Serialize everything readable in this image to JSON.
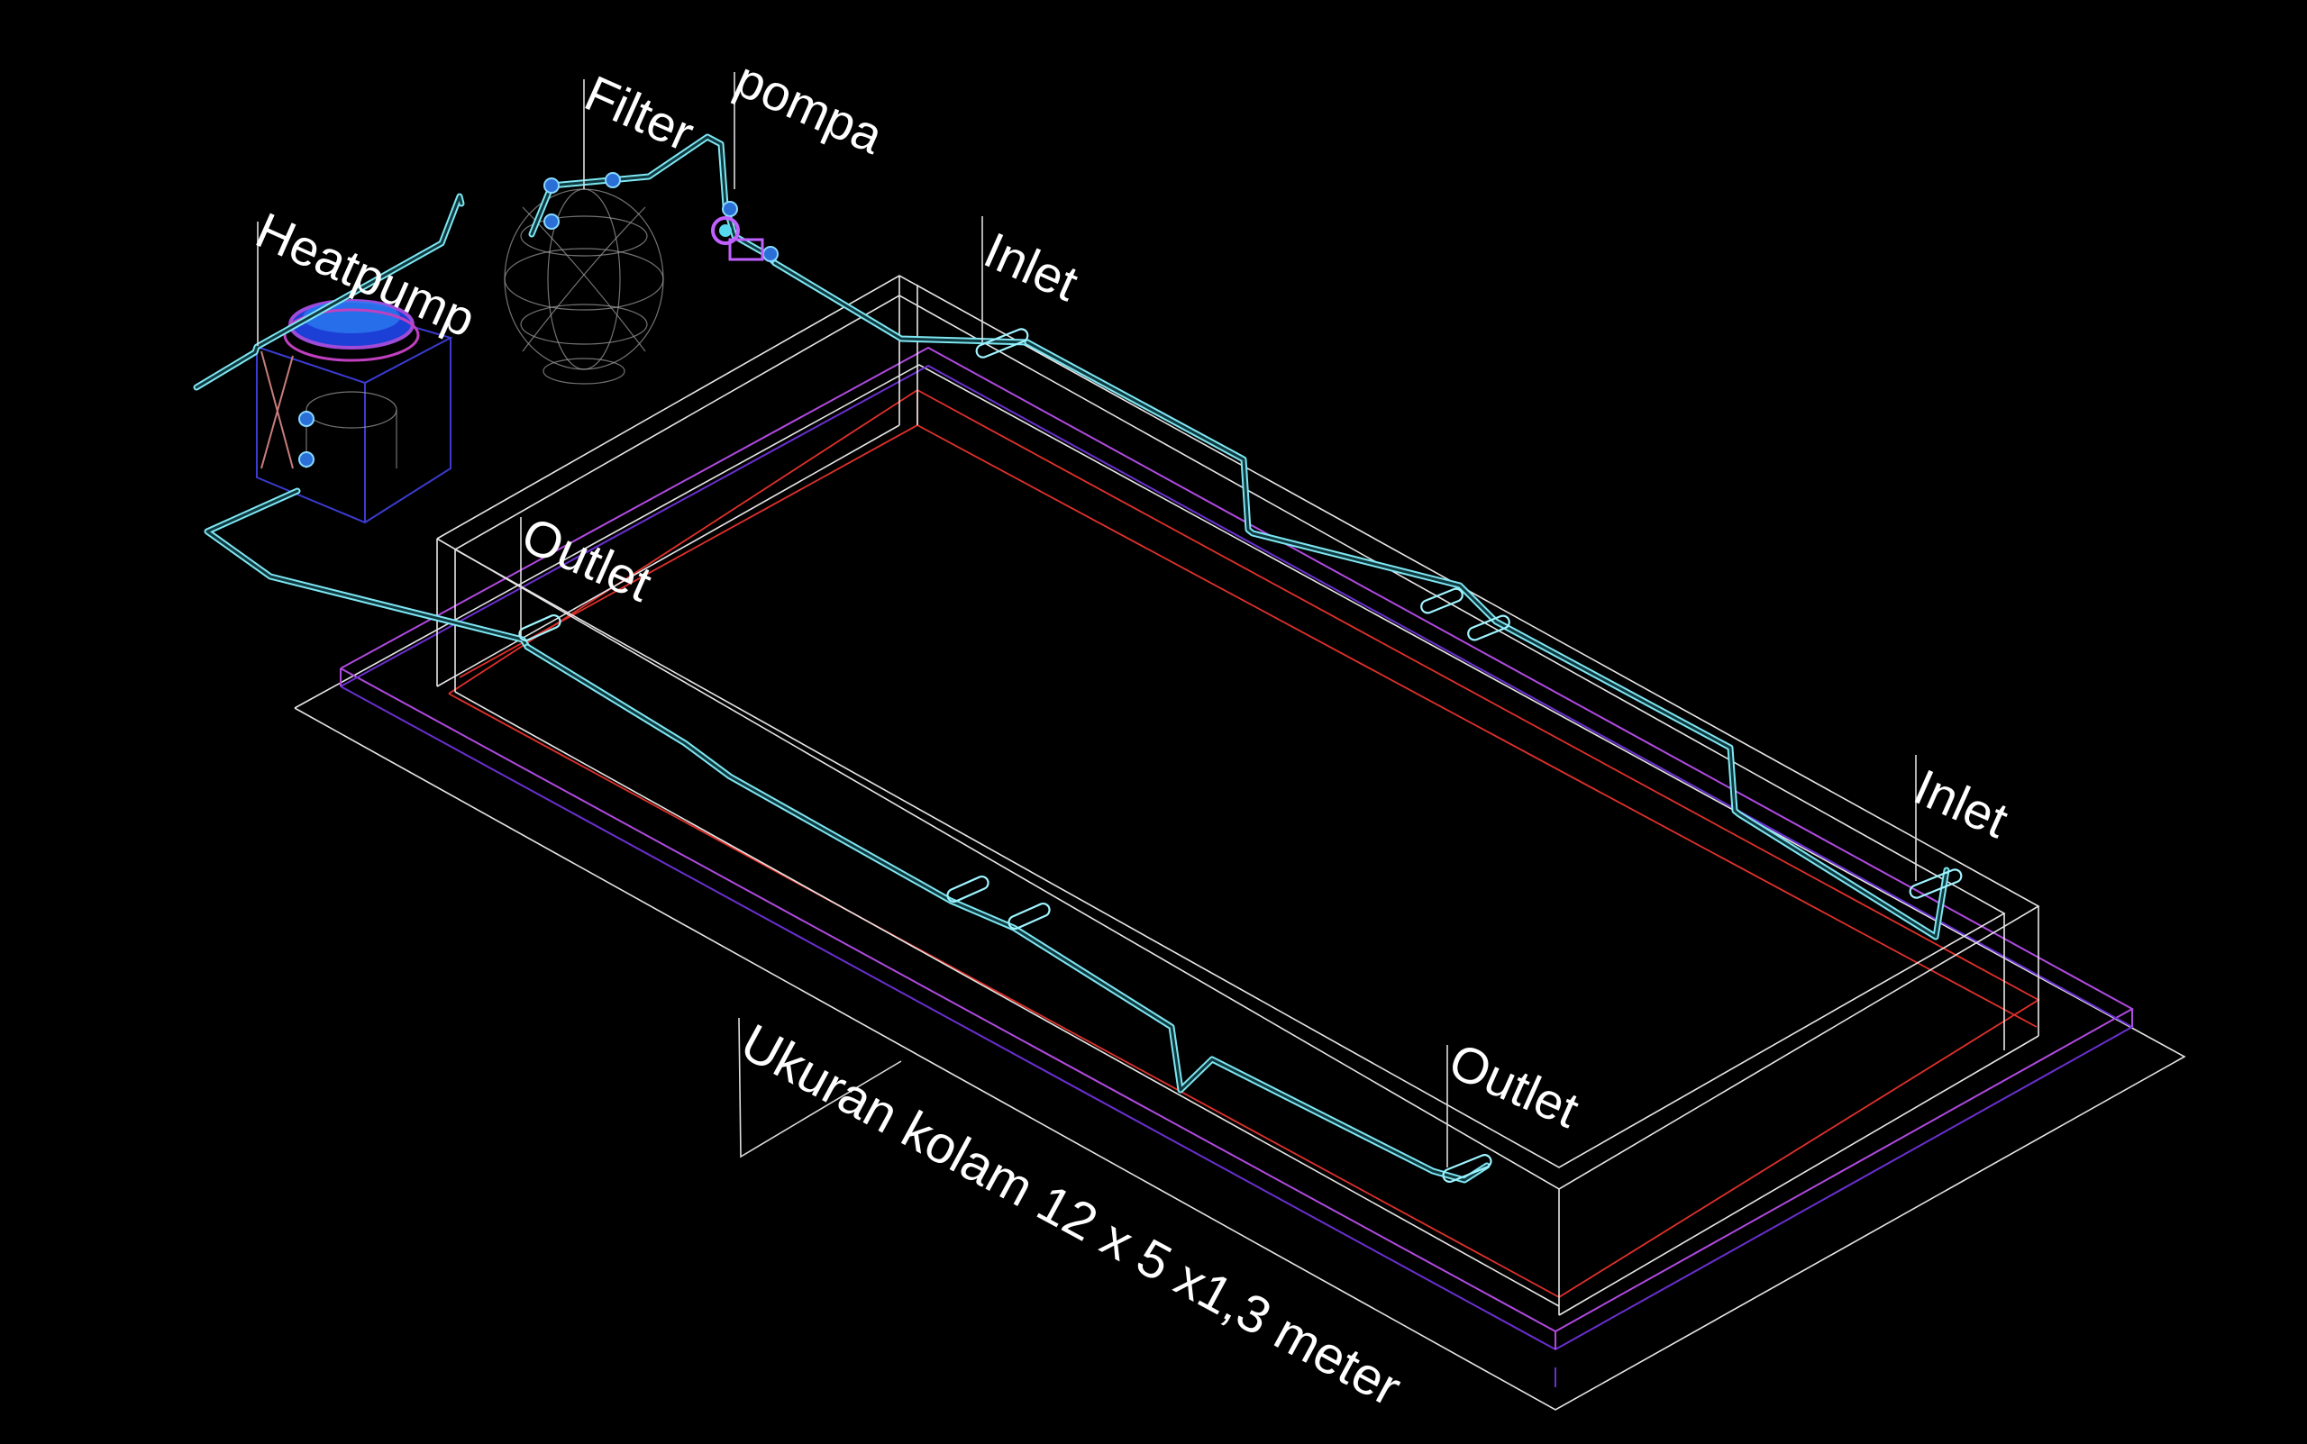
{
  "labels": {
    "heatpump": "Heatpump",
    "filter": "Filter",
    "pompa": "pompa",
    "inlet_top": "Inlet",
    "inlet_right": "Inlet",
    "outlet_left": "Outlet",
    "outlet_bottom": "Outlet",
    "size_note": "Ukuran kolam 12 x 5 x1,3 meter"
  },
  "colors": {
    "background": "#000000",
    "pipe": "#7fe6f2",
    "pool_outline": "#e6e6e6",
    "waterline": "#e0312b",
    "slab": "#b04ae0",
    "heatpump_fan": "#2a56e8"
  }
}
